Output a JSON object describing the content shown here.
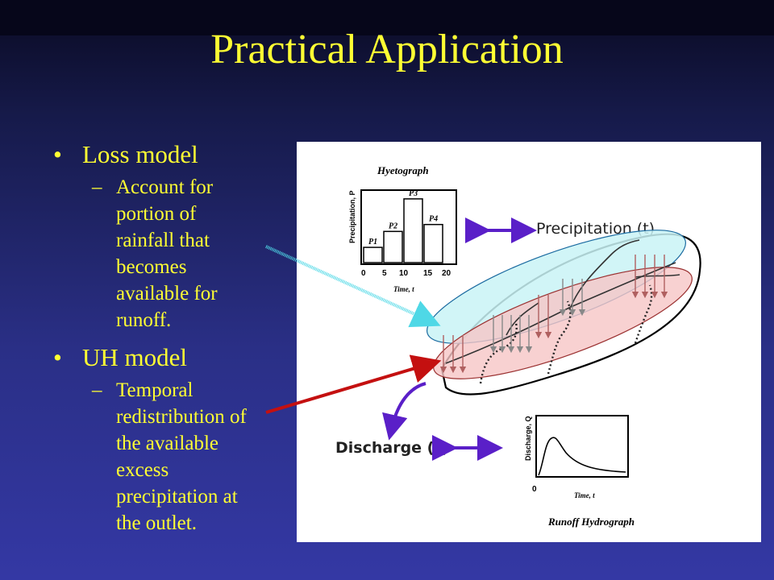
{
  "slide": {
    "title": "Practical Application",
    "bullets": [
      {
        "label": "Loss model",
        "sub": [
          "Account for",
          "portion of",
          "rainfall that",
          "becomes",
          "available for",
          "runoff."
        ]
      },
      {
        "label": "UH model",
        "sub": [
          "Temporal",
          "redistribution of",
          "the available",
          "excess",
          "precipitation at",
          "the outlet."
        ]
      }
    ]
  },
  "figure": {
    "hyetograph": {
      "title": "Hyetograph",
      "ylabel": "Precipitation, P",
      "xlabel": "Time, t",
      "ticks": [
        "0",
        "5",
        "10",
        "15",
        "20"
      ],
      "bars": [
        {
          "label": "P1",
          "value": 0.22
        },
        {
          "label": "P2",
          "value": 0.45
        },
        {
          "label": "P3",
          "value": 0.92
        },
        {
          "label": "P4",
          "value": 0.55
        }
      ]
    },
    "precip_label": "Precipitation (t)",
    "discharge_label": "Discharge (t)",
    "hydrograph": {
      "ylabel": "Discharge, Q",
      "xlabel": "Time, t",
      "zero": "0",
      "caption": "Runoff Hydrograph"
    }
  },
  "colors": {
    "title_text": "#ffff33",
    "bullet_text": "#ffff33",
    "cyan_ellipse": "#c9f3f6",
    "pink_ellipse": "#f6c6c6",
    "purple_arrow": "#5a1fc8",
    "red_arrow": "#c41010",
    "cyan_arrow": "#4fd8e6"
  }
}
